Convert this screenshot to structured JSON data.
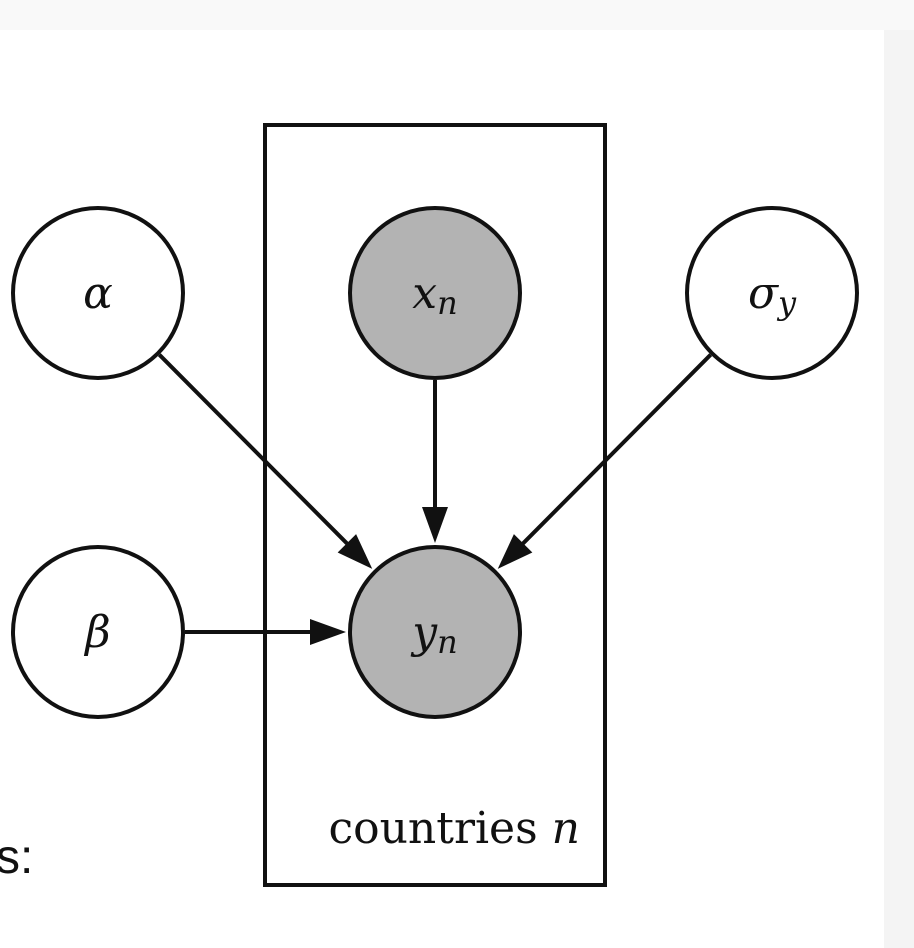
{
  "colors": {
    "page_background": "#f9f9f9",
    "canvas_background": "#ffffff",
    "right_margin": "#f4f4f4",
    "observed_fill": "#b3b3b3",
    "latent_fill": "#ffffff",
    "stroke": "#111111"
  },
  "diagram": {
    "plate": {
      "label_text": "countries ",
      "label_index": "n"
    },
    "nodes": {
      "alpha": {
        "symbol": "α",
        "sub": "",
        "observed": false
      },
      "beta": {
        "symbol": "β",
        "sub": "",
        "observed": false
      },
      "x": {
        "symbol": "x",
        "sub": "n",
        "observed": true
      },
      "y": {
        "symbol": "y",
        "sub": "n",
        "observed": true
      },
      "sigma": {
        "symbol": "σ",
        "sub": "y",
        "observed": false
      }
    },
    "edges": [
      {
        "from": "alpha",
        "to": "y"
      },
      {
        "from": "x",
        "to": "y"
      },
      {
        "from": "sigma",
        "to": "y"
      },
      {
        "from": "beta",
        "to": "y"
      }
    ]
  },
  "slide": {
    "cut_text": "s:"
  }
}
